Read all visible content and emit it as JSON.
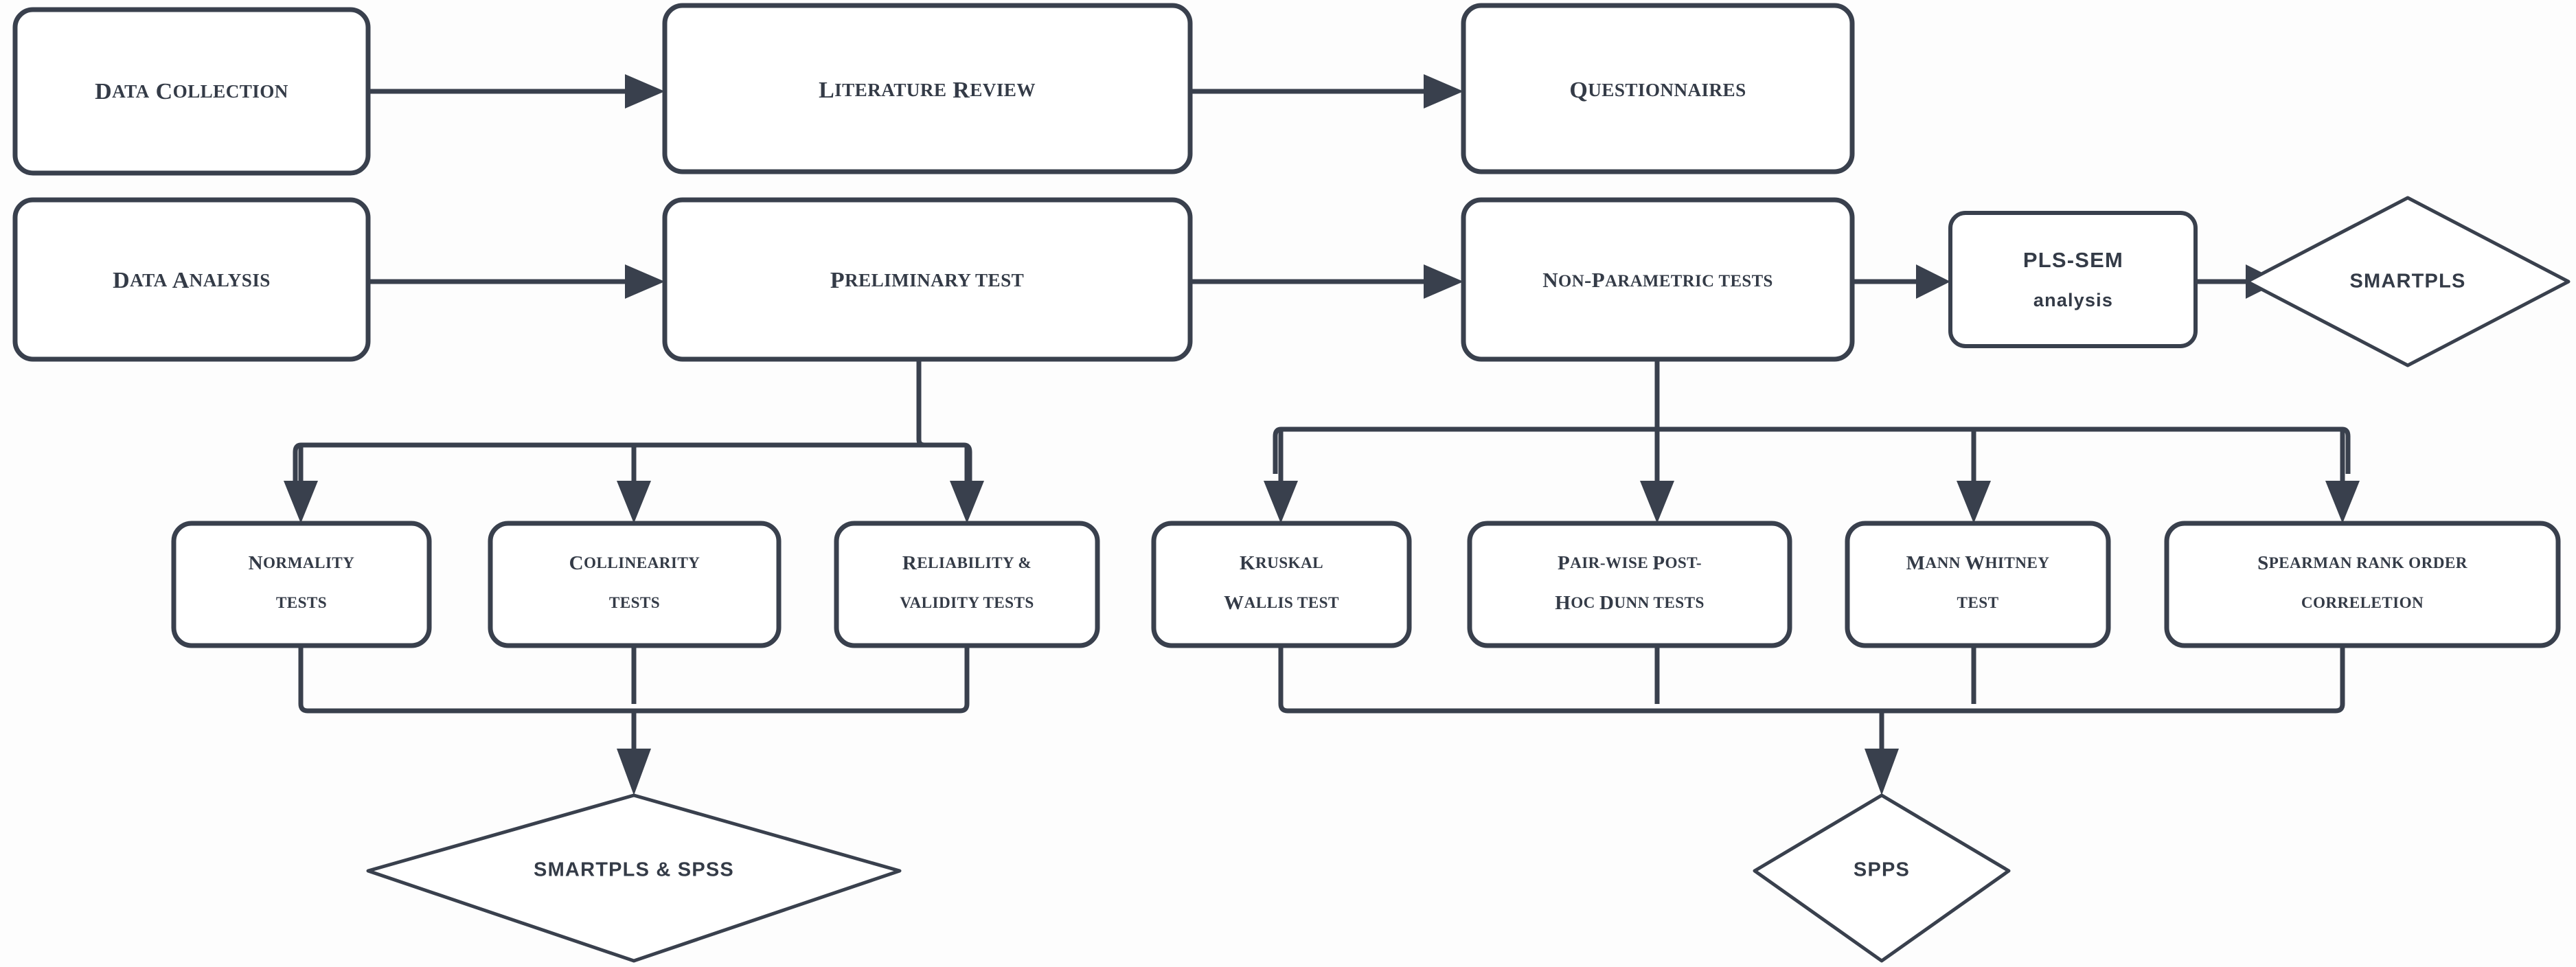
{
  "diagram": {
    "title": "Research methodology flowchart",
    "stroke_color": "#39404d",
    "background_color": "#fdfdfd",
    "node_fill": "#ffffff"
  },
  "nodes": {
    "data_collection": {
      "label": "Data Collection",
      "shape": "rounded-rect"
    },
    "literature_review": {
      "label": "Literature Review",
      "shape": "rounded-rect"
    },
    "questionnaires": {
      "label": "Questionnaires",
      "shape": "rounded-rect"
    },
    "data_analysis": {
      "label": "Data Analysis",
      "shape": "rounded-rect"
    },
    "preliminary_test": {
      "label": "Preliminary test",
      "shape": "rounded-rect"
    },
    "non_parametric_tests": {
      "label": "Non-Parametric tests",
      "shape": "rounded-rect"
    },
    "pls_sem_analysis": {
      "label_line1": "PLS-SEM",
      "label_line2": "analysis",
      "shape": "rounded-rect"
    },
    "smartpls": {
      "label": "SMARTPLS",
      "shape": "diamond"
    },
    "normality_tests": {
      "label_line1": "Normality",
      "label_line2": "tests",
      "shape": "rounded-rect"
    },
    "collinearity_tests": {
      "label_line1": "Collinearity",
      "label_line2": "tests",
      "shape": "rounded-rect"
    },
    "reliability_validity_tests": {
      "label_line1": "Reliability &",
      "label_line2": "validity tests",
      "shape": "rounded-rect"
    },
    "kruskal_wallis_test": {
      "label_line1": "Kruskal",
      "label_line2": "Wallis test",
      "shape": "rounded-rect"
    },
    "pairwise_post_hoc_dunn_tests": {
      "label_line1": "Pair-wise Post-",
      "label_line2": "Hoc Dunn tests",
      "shape": "rounded-rect"
    },
    "mann_whitney_test": {
      "label_line1": "Mann Whitney",
      "label_line2": "test",
      "shape": "rounded-rect"
    },
    "spearman_rank_order_correlation": {
      "label_line1": "Spearman rank order",
      "label_line2": "correletion",
      "shape": "rounded-rect"
    },
    "smartpls_and_spss": {
      "label": "SMARTPLS & SPSS",
      "shape": "diamond"
    },
    "spps": {
      "label": "SPPS",
      "shape": "diamond"
    }
  },
  "edges": [
    {
      "from": "data_collection",
      "to": "literature_review",
      "style": "arrow-right"
    },
    {
      "from": "literature_review",
      "to": "questionnaires",
      "style": "arrow-right"
    },
    {
      "from": "data_analysis",
      "to": "preliminary_test",
      "style": "arrow-right"
    },
    {
      "from": "preliminary_test",
      "to": "non_parametric_tests",
      "style": "arrow-right"
    },
    {
      "from": "non_parametric_tests",
      "to": "pls_sem_analysis",
      "style": "arrow-right"
    },
    {
      "from": "pls_sem_analysis",
      "to": "smartpls",
      "style": "arrow-right"
    },
    {
      "from": "preliminary_test",
      "to": "normality_tests",
      "style": "fan-down"
    },
    {
      "from": "preliminary_test",
      "to": "collinearity_tests",
      "style": "fan-down"
    },
    {
      "from": "preliminary_test",
      "to": "reliability_validity_tests",
      "style": "fan-down"
    },
    {
      "from": "non_parametric_tests",
      "to": "kruskal_wallis_test",
      "style": "fan-down"
    },
    {
      "from": "non_parametric_tests",
      "to": "pairwise_post_hoc_dunn_tests",
      "style": "fan-down"
    },
    {
      "from": "non_parametric_tests",
      "to": "mann_whitney_test",
      "style": "fan-down"
    },
    {
      "from": "non_parametric_tests",
      "to": "spearman_rank_order_correlation",
      "style": "fan-down"
    },
    {
      "from": "normality_tests",
      "to": "smartpls_and_spss",
      "style": "merge-down"
    },
    {
      "from": "collinearity_tests",
      "to": "smartpls_and_spss",
      "style": "merge-down"
    },
    {
      "from": "reliability_validity_tests",
      "to": "smartpls_and_spss",
      "style": "merge-down"
    },
    {
      "from": "kruskal_wallis_test",
      "to": "spps",
      "style": "merge-down"
    },
    {
      "from": "pairwise_post_hoc_dunn_tests",
      "to": "spps",
      "style": "merge-down"
    },
    {
      "from": "mann_whitney_test",
      "to": "spps",
      "style": "merge-down"
    },
    {
      "from": "spearman_rank_order_correlation",
      "to": "spps",
      "style": "merge-down"
    }
  ]
}
